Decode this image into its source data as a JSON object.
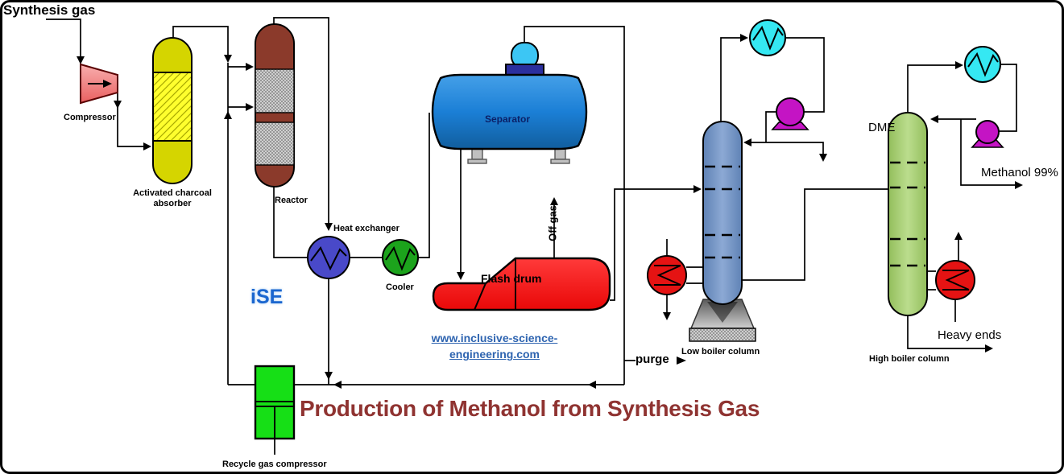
{
  "diagram": {
    "title": "Production of Methanol from Synthesis Gas",
    "title_color": "#8F3331"
  },
  "branding": {
    "logo": "iSE",
    "logo_color": "#1B66CF",
    "website_line1": "www.inclusive-science-",
    "website_line2": "engineering.com",
    "website_color": "#2E64B0"
  },
  "equipment": {
    "compressor": "Compressor",
    "absorber_line1": "Activated charcoal",
    "absorber_line2": "absorber",
    "reactor": "Reactor",
    "heat_exchanger": "Heat exchanger",
    "cooler": "Cooler",
    "separator": "Separator",
    "flash_drum": "Flash drum",
    "low_boiler_column": "Low boiler column",
    "high_boiler_column": "High boiler column",
    "recycle_compressor": "Recycle gas compressor"
  },
  "streams": {
    "feed": "Synthesis gas",
    "off_gas": "Off gas",
    "purge": "purge",
    "dme": "DME",
    "methanol_product": "Methanol 99%",
    "heavy_ends": "Heavy ends"
  },
  "colors": {
    "background": "#FFFFFF",
    "line": "#000000",
    "compressor_pink": "#F28B8B",
    "absorber_yellow": "#D5D500",
    "absorber_hatch_yellow": "#FFFF2E",
    "reactor_maroon": "#8B3A2B",
    "heat_exchanger_blue": "#4949C9",
    "cooler_green": "#1CA31C",
    "separator_blue": "#1B7FD6",
    "separator_dome_cyan": "#3CC6F4",
    "flash_drum_red": "#FF1414",
    "low_boiler_steelblue": "#7394C6",
    "high_boiler_green": "#A9D074",
    "condenser_cyan": "#35E8F2",
    "pump_magenta": "#C414C4",
    "reboiler_red": "#E51313",
    "recycle_compressor_green": "#16DF16"
  }
}
